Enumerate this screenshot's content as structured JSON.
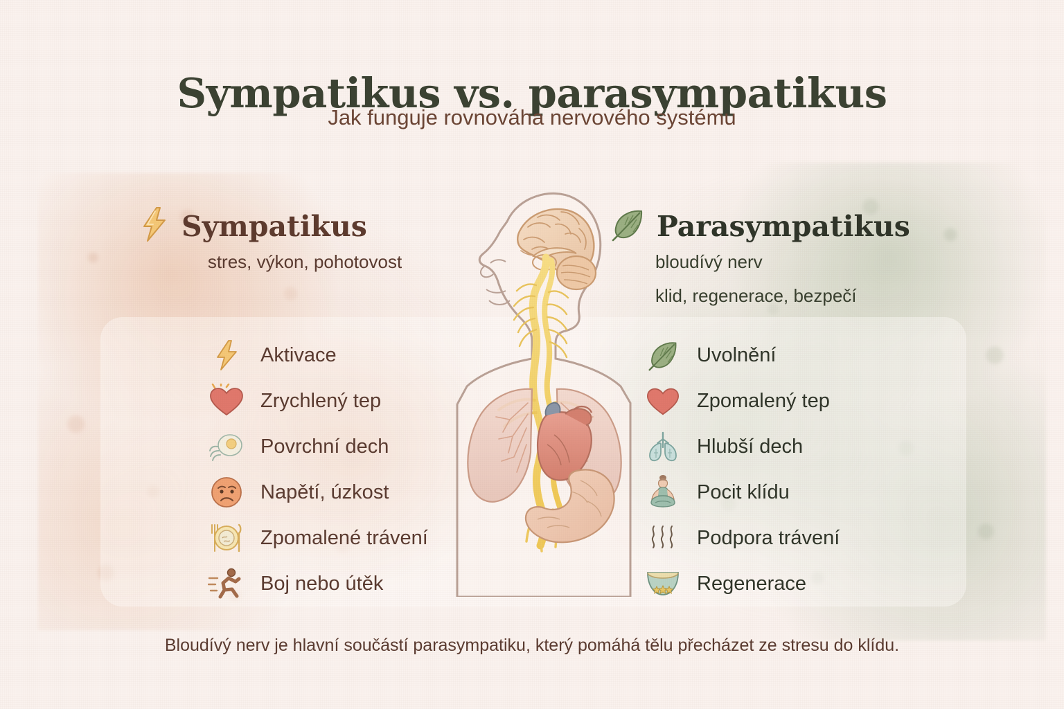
{
  "header": {
    "title": "Sympatikus vs. parasympatikus",
    "subtitle": "Jak funguje rovnováha nervového systému"
  },
  "columns": {
    "left": {
      "icon": "lightning-bolt-icon",
      "title": "Sympatikus",
      "subtitle": "stres, výkon, pohotovost",
      "accent_color": "#e8a866",
      "text_color": "#5a3b30",
      "items": [
        {
          "icon": "lightning-bolt-icon",
          "label": "Aktivace"
        },
        {
          "icon": "beating-heart-icon",
          "label": "Zrychlený tep"
        },
        {
          "icon": "wind-breath-icon",
          "label": "Povrchní dech"
        },
        {
          "icon": "worried-face-icon",
          "label": "Napětí, úzkost"
        },
        {
          "icon": "plate-cutlery-icon",
          "label": "Zpomalené trávení"
        },
        {
          "icon": "running-person-icon",
          "label": "Boj nebo útěk"
        }
      ]
    },
    "right": {
      "icon": "leaf-icon",
      "title": "Parasympatikus",
      "subtitle": "bloudívý nerv",
      "subtitle2": "klid, regenerace, bezpečí",
      "accent_color": "#8fa877",
      "text_color": "#2f3529",
      "items": [
        {
          "icon": "leaf-icon",
          "label": "Uvolnění"
        },
        {
          "icon": "heart-icon",
          "label": "Zpomalený tep"
        },
        {
          "icon": "lungs-icon",
          "label": "Hlubší dech"
        },
        {
          "icon": "lotus-meditation-icon",
          "label": "Pocit klídu"
        },
        {
          "icon": "steam-rising-icon",
          "label": "Podpora trávení"
        },
        {
          "icon": "bowl-icon",
          "label": "Regenerace"
        }
      ]
    }
  },
  "illustration": {
    "name": "nervous-system-anatomy-illustration",
    "parts": [
      "head-profile",
      "brain",
      "cerebellum",
      "brainstem",
      "vagus-nerve",
      "lungs",
      "heart",
      "stomach"
    ]
  },
  "footer": {
    "text": "Bloudívý nerv je hlavní součástí parasympatiku, který pomáhá tělu přecházet ze stresu do klídu."
  },
  "colors": {
    "background": "#faf2ee",
    "wash_left": "#e2aa85",
    "wash_right": "#96ac88",
    "title": "#3b4232",
    "subtitle": "#6b4535",
    "heart": "#e07a6e",
    "nerve": "#f0cf63"
  }
}
